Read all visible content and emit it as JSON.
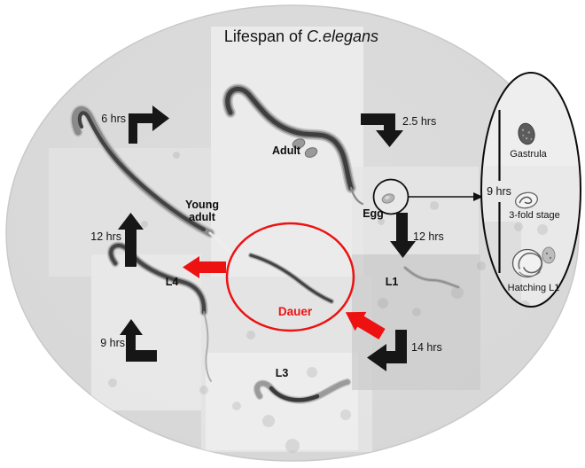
{
  "title": {
    "prefix": "Lifespan of ",
    "species_italic": "C.elegans"
  },
  "colors": {
    "red": "#ee1111",
    "black": "#161616"
  },
  "stages": {
    "adult": "Adult",
    "young_adult_line1": "Young",
    "young_adult_line2": "adult",
    "l4": "L4",
    "l3": "L3",
    "l1": "L1",
    "egg": "Egg",
    "dauer": "Dauer"
  },
  "durations": {
    "young_adult_to_adult": "6 hrs",
    "adult_to_egg": "2.5 hrs",
    "egg_to_l1": "12 hrs",
    "l1_to_l3": "14 hrs",
    "l3_to_l4": "9 hrs",
    "l4_to_young_adult": "12 hrs",
    "embryogenesis": "9 hrs"
  },
  "inset_stages": {
    "gastrula": "Gastrula",
    "three_fold": "3-fold stage",
    "hatching_l1": "Hatching L1"
  }
}
